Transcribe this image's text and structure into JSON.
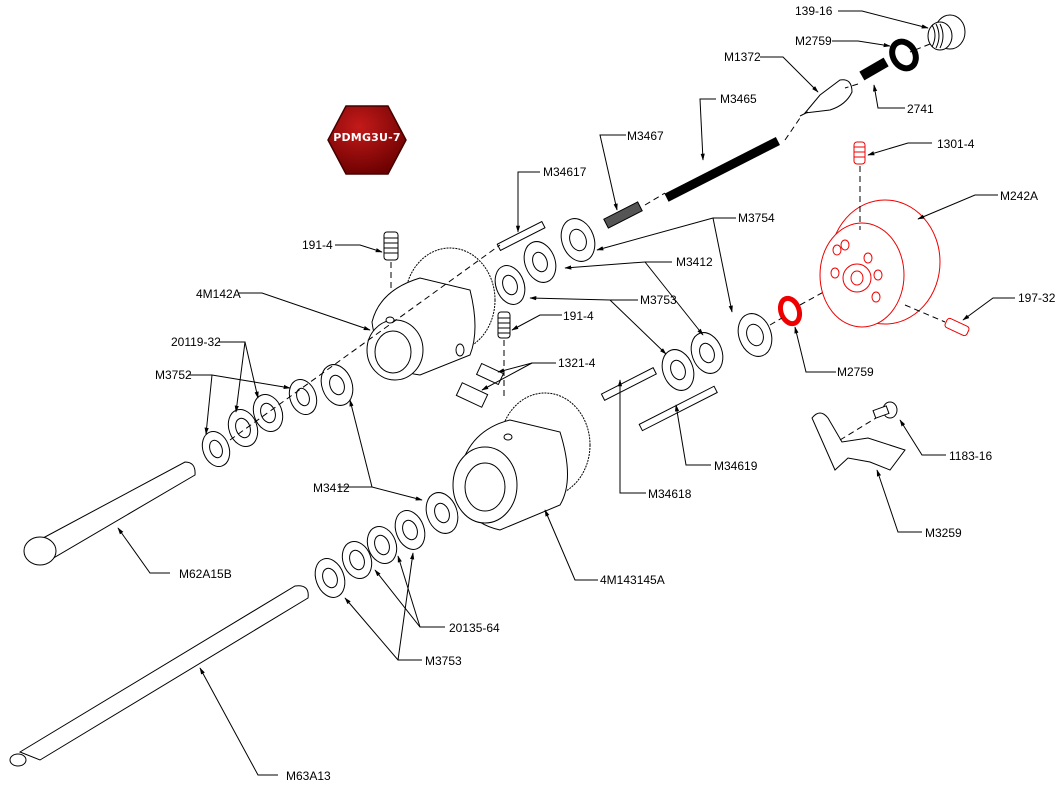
{
  "badge": {
    "text": "PDMG3U-7",
    "color": "#a00000"
  },
  "highlight_color": "#e00000",
  "labels": {
    "l139_16": "139-16",
    "m2759_top": "M2759",
    "m1372": "M1372",
    "m3465": "M3465",
    "p2741": "2741",
    "m3467": "M3467",
    "p1301_4": "1301-4",
    "m34617": "M34617",
    "m242a": "M242A",
    "m3754": "M3754",
    "p191_4_a": "191-4",
    "m3412_top": "M3412",
    "p197_32": "197-32",
    "m4m142a": "4M142A",
    "m3753_top": "M3753",
    "p191_4_b": "191-4",
    "p20119_32": "20119-32",
    "p1321_4": "1321-4",
    "m2759_red": "M2759",
    "m3752": "M3752",
    "p1183_16": "1183-16",
    "m34619": "M34619",
    "m3412_bot": "M3412",
    "m34618": "M34618",
    "m3259": "M3259",
    "m62a15b": "M62A15B",
    "m4m143145a": "4M143145A",
    "p20135_64": "20135-64",
    "m3753_bot": "M3753",
    "m63a13": "M63A13"
  }
}
